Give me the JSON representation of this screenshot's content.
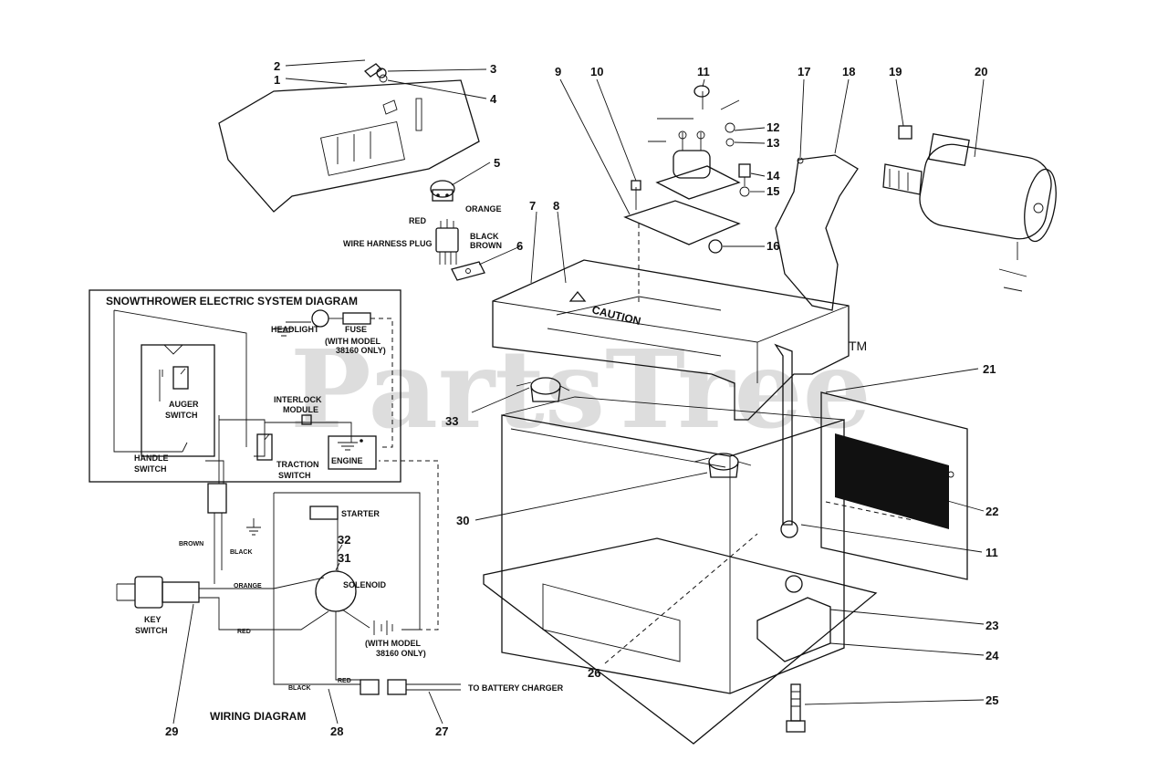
{
  "watermark": {
    "text": "PartsTree",
    "tm": "TM"
  },
  "callouts": [
    {
      "id": "c1",
      "text": "1"
    },
    {
      "id": "c2",
      "text": "2"
    },
    {
      "id": "c3",
      "text": "3"
    },
    {
      "id": "c4",
      "text": "4"
    },
    {
      "id": "c5",
      "text": "5"
    },
    {
      "id": "c6",
      "text": "6"
    },
    {
      "id": "c7",
      "text": "7"
    },
    {
      "id": "c8",
      "text": "8"
    },
    {
      "id": "c9",
      "text": "9"
    },
    {
      "id": "c10",
      "text": "10"
    },
    {
      "id": "c11a",
      "text": "11"
    },
    {
      "id": "c12",
      "text": "12"
    },
    {
      "id": "c13",
      "text": "13"
    },
    {
      "id": "c14",
      "text": "14"
    },
    {
      "id": "c15",
      "text": "15"
    },
    {
      "id": "c16",
      "text": "16"
    },
    {
      "id": "c17",
      "text": "17"
    },
    {
      "id": "c18",
      "text": "18"
    },
    {
      "id": "c19",
      "text": "19"
    },
    {
      "id": "c20",
      "text": "20"
    },
    {
      "id": "c21",
      "text": "21"
    },
    {
      "id": "c22",
      "text": "22"
    },
    {
      "id": "c11b",
      "text": "11"
    },
    {
      "id": "c23",
      "text": "23"
    },
    {
      "id": "c24",
      "text": "24"
    },
    {
      "id": "c25",
      "text": "25"
    },
    {
      "id": "c26",
      "text": "26"
    },
    {
      "id": "c27",
      "text": "27"
    },
    {
      "id": "c28",
      "text": "28"
    },
    {
      "id": "c29",
      "text": "29"
    },
    {
      "id": "c30",
      "text": "30"
    },
    {
      "id": "c31",
      "text": "31"
    },
    {
      "id": "c32",
      "text": "32"
    },
    {
      "id": "c33",
      "text": "33"
    }
  ],
  "plug_labels": {
    "red": "RED",
    "orange": "ORANGE",
    "black": "BLACK",
    "brown": "BROWN",
    "harness": "WIRE HARNESS PLUG"
  },
  "caution": "CAUTION",
  "system_diagram": {
    "title": "SNOWTHROWER ELECTRIC SYSTEM DIAGRAM",
    "headlight": "HEADLIGHT",
    "fuse": "FUSE",
    "fuse_note_1": "(WITH MODEL",
    "fuse_note_2": "38160 ONLY)",
    "auger_1": "AUGER",
    "auger_2": "SWITCH",
    "interlock_1": "INTERLOCK",
    "interlock_2": "MODULE",
    "handle_1": "HANDLE",
    "handle_2": "SWITCH",
    "traction_1": "TRACTION",
    "traction_2": "SWITCH",
    "engine": "ENGINE"
  },
  "wiring": {
    "title": "WIRING DIAGRAM",
    "starter": "STARTER",
    "solenoid": "SOLENOID",
    "key_1": "KEY",
    "key_2": "SWITCH",
    "brown": "BROWN",
    "black": "BLACK",
    "orange": "ORANGE",
    "red": "RED",
    "red2": "RED",
    "black2": "BLACK",
    "batt_note_1": "(WITH MODEL",
    "batt_note_2": "38160 ONLY)",
    "charger": "TO BATTERY CHARGER"
  }
}
